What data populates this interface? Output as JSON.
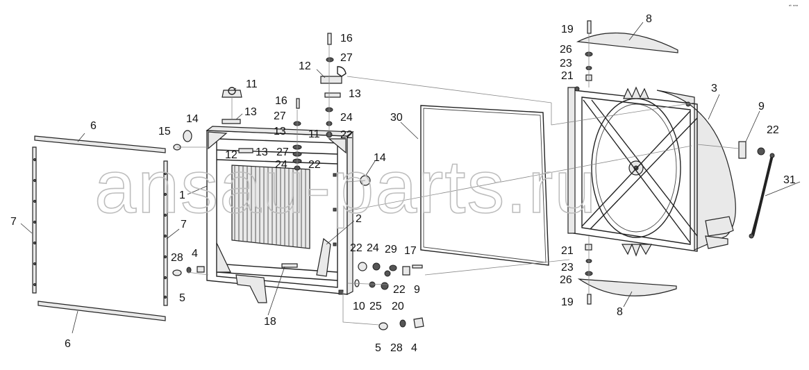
{
  "watermark": "ansau-parts.ru",
  "corner_mark": "ᵃᵗ ᵃᵃᵃ",
  "labels": {
    "l1": "1",
    "l2": "2",
    "l3": "3",
    "l4a": "4",
    "l4b": "4",
    "l5a": "5",
    "l5b": "5",
    "l6a": "6",
    "l6b": "6",
    "l7a": "7",
    "l7b": "7",
    "l8a": "8",
    "l8b": "8",
    "l9a": "9",
    "l9b": "9",
    "l10": "10",
    "l11a": "11",
    "l11b": "11",
    "l12a": "12",
    "l12b": "12",
    "l13a": "13",
    "l13b": "13",
    "l13c": "13",
    "l13d": "13",
    "l14a": "14",
    "l14b": "14",
    "l15": "15",
    "l16a": "16",
    "l16b": "16",
    "l17": "17",
    "l18": "18",
    "l19a": "19",
    "l19b": "19",
    "l20": "20",
    "l21a": "21",
    "l21b": "21",
    "l22a": "22",
    "l22b": "22",
    "l22c": "22",
    "l22d": "22",
    "l22e": "22",
    "l23a": "23",
    "l23b": "23",
    "l24a": "24",
    "l24b": "24",
    "l24c": "24",
    "l25": "25",
    "l26a": "26",
    "l26b": "26",
    "l27a": "27",
    "l27b": "27",
    "l27c": "27",
    "l28a": "28",
    "l28b": "28",
    "l29": "29",
    "l30": "30",
    "l31": "31"
  }
}
